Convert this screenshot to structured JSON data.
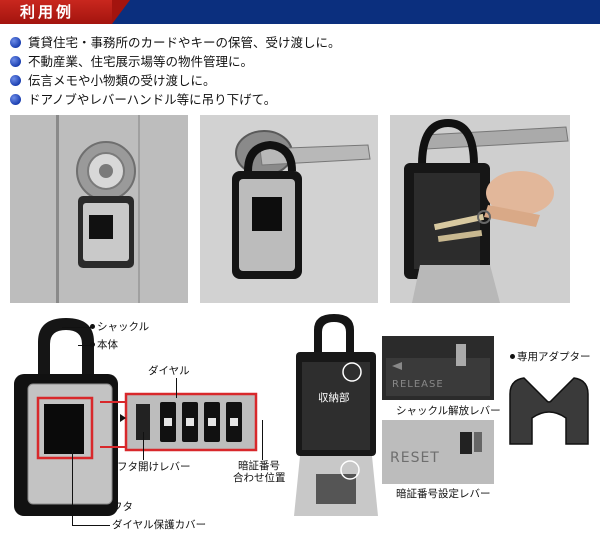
{
  "header": {
    "title": "利用例"
  },
  "bullets": [
    "賃貸住宅・事務所のカードやキーの保管、受け渡しに。",
    "不動産業、住宅展示場等の物件管理に。",
    "伝言メモや小物類の受け渡しに。",
    "ドアノブやレバーハンドル等に吊り下げて。"
  ],
  "diagram_labels": {
    "shackle": "シャックル",
    "body": "本体",
    "dial": "ダイヤル",
    "lid_lever": "フタ開けレバー",
    "code_position_line1": "暗証番号",
    "code_position_line2": "合わせ位置",
    "lid": "フタ",
    "dial_cover": "ダイヤル保護カバー",
    "storage": "収納部",
    "shackle_release": "シャックル解放レバー",
    "code_set_lever": "暗証番号設定レバー",
    "adapter": "専用アダプター"
  },
  "embossed_text": {
    "release": "RELEASE",
    "reset": "RESET"
  },
  "colors": {
    "header_blue": "#0b2f7e",
    "header_red": "#b81b14",
    "bullet_blue": "#1b3fb0",
    "highlight_red": "#d8282b"
  }
}
